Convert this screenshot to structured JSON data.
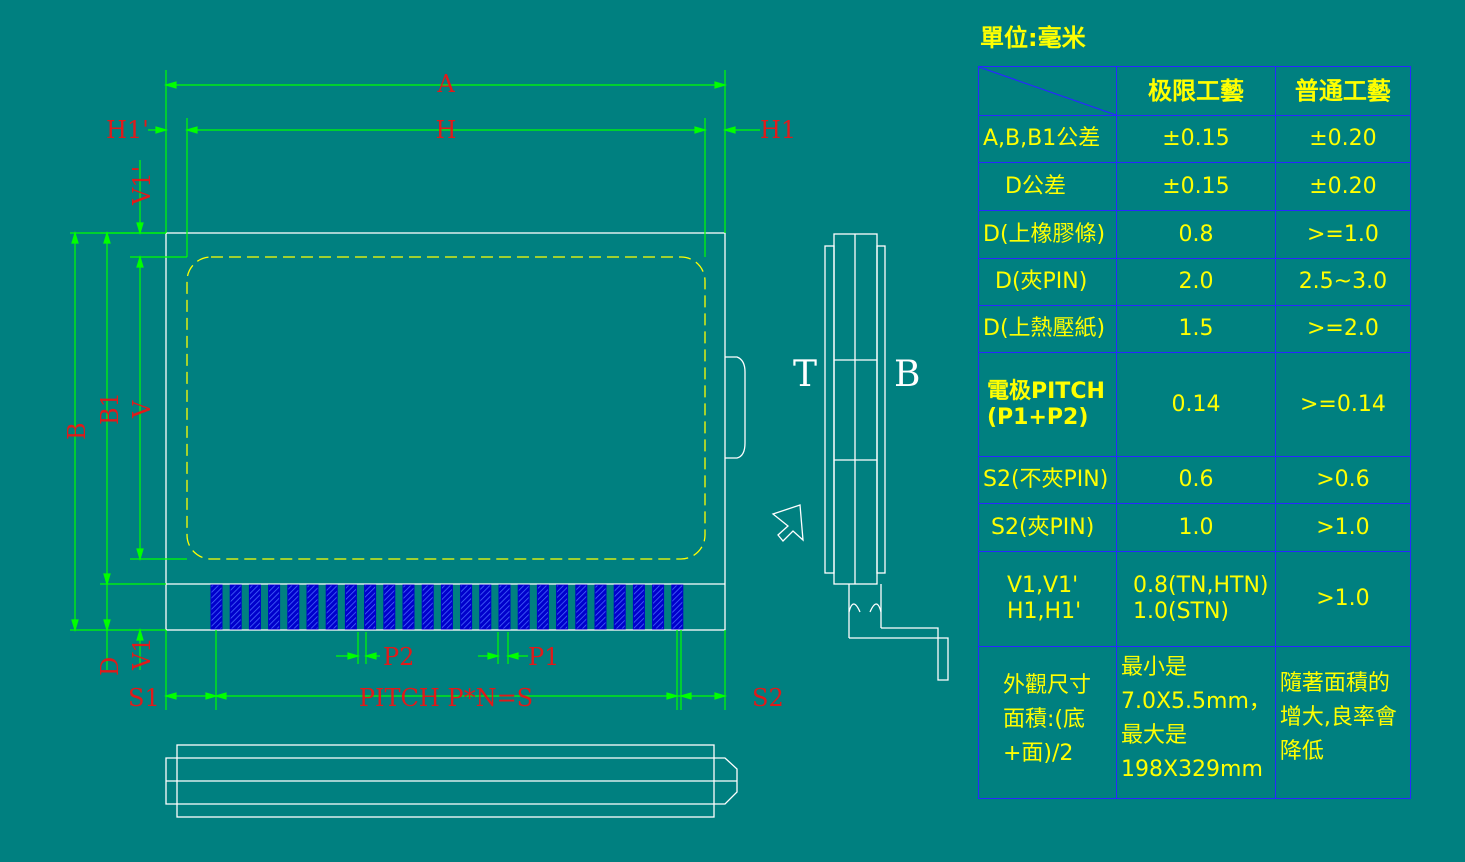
{
  "drawing_labels": {
    "A": "A",
    "H": "H",
    "H1_prime": "H1'",
    "H1": "H1",
    "V1_prime": "V1'",
    "B": "B",
    "B1": "B1",
    "V": "V",
    "D": "D",
    "V1": "V1",
    "P2": "P2",
    "P1": "P1",
    "S1": "S1",
    "S2": "S2",
    "pitch": "PITCH  P*N=S",
    "T": "T",
    "B_side": "B"
  },
  "table": {
    "unit": "單位:毫米",
    "headers": [
      "",
      "极限工藝",
      "普通工藝"
    ],
    "rows": [
      {
        "item": "A,B,B1公差",
        "limit": "±0.15",
        "normal": "±0.20"
      },
      {
        "item": "D公差",
        "limit": "±0.15",
        "normal": "±0.20"
      },
      {
        "item": "D(上橡膠條)",
        "limit": "0.8",
        "normal": ">=1.0"
      },
      {
        "item": "D(夾PIN)",
        "limit": "2.0",
        "normal": "2.5~3.0"
      },
      {
        "item": "D(上熱壓紙)",
        "limit": "1.5",
        "normal": ">=2.0"
      },
      {
        "item": "電极PITCH",
        "item2": "(P1+P2)",
        "limit": "0.14",
        "normal": ">=0.14"
      },
      {
        "item": "S2(不夾PIN)",
        "limit": "0.6",
        "normal": ">0.6"
      },
      {
        "item": "S2(夾PIN)",
        "limit": "1.0",
        "normal": ">1.0"
      },
      {
        "item": "V1,V1'",
        "item2": "H1,H1'",
        "limit": "0.8(TN,HTN)",
        "limit2": "1.0(STN)",
        "normal": ">1.0"
      },
      {
        "item": "外觀尺寸面積:(底+面)/2",
        "limit": "最小是7.0X5.5mm，最大是198X329mm",
        "normal": "隨著面積的增大,良率會降低"
      }
    ]
  }
}
